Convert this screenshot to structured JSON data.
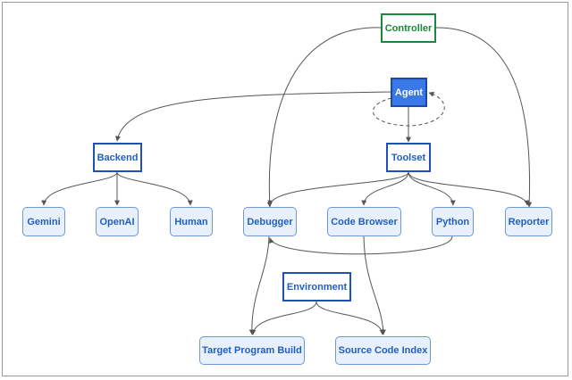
{
  "nodes": {
    "controller": "Controller",
    "agent": "Agent",
    "backend": "Backend",
    "toolset": "Toolset",
    "gemini": "Gemini",
    "openai": "OpenAI",
    "human": "Human",
    "debugger": "Debugger",
    "code_browser": "Code Browser",
    "python": "Python",
    "reporter": "Reporter",
    "environment": "Environment",
    "target_program_build": "Target Program Build",
    "source_code_index": "Source Code Index"
  },
  "colors": {
    "primary_blue": "#3b78e7",
    "box_border": "#1f4fb8",
    "controller_green": "#188a3b",
    "node_fill": "#e8f0fc",
    "edge": "#555555"
  }
}
